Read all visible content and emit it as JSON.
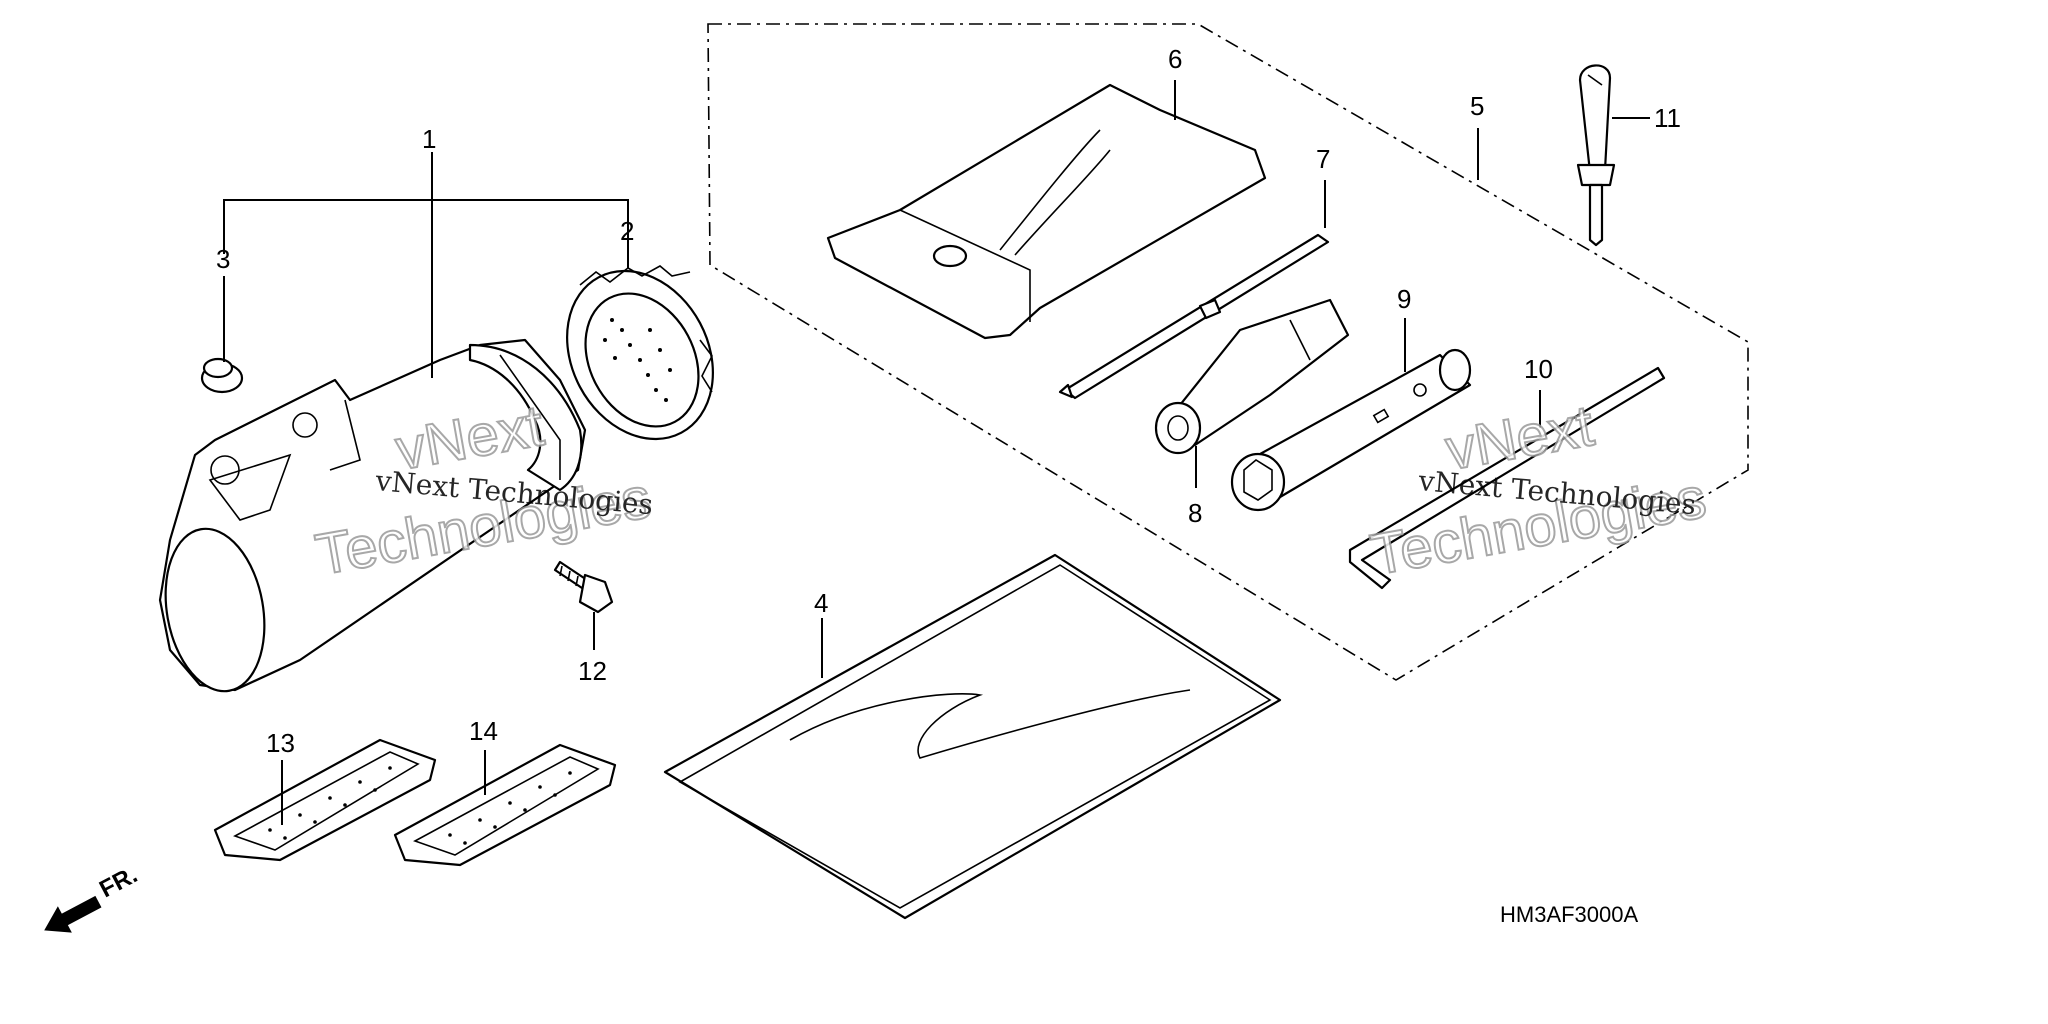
{
  "callouts": {
    "c1": "1",
    "c2": "2",
    "c3": "3",
    "c4": "4",
    "c5": "5",
    "c6": "6",
    "c7": "7",
    "c8": "8",
    "c9": "9",
    "c10": "10",
    "c11": "11",
    "c12": "12",
    "c13": "13",
    "c14": "14"
  },
  "direction_label": "FR.",
  "diagram_code": "HM3AF3000A",
  "watermark": {
    "line_small": "vNext Technologies",
    "line_big_1": "vNext",
    "line_big_2": "Technologies"
  }
}
